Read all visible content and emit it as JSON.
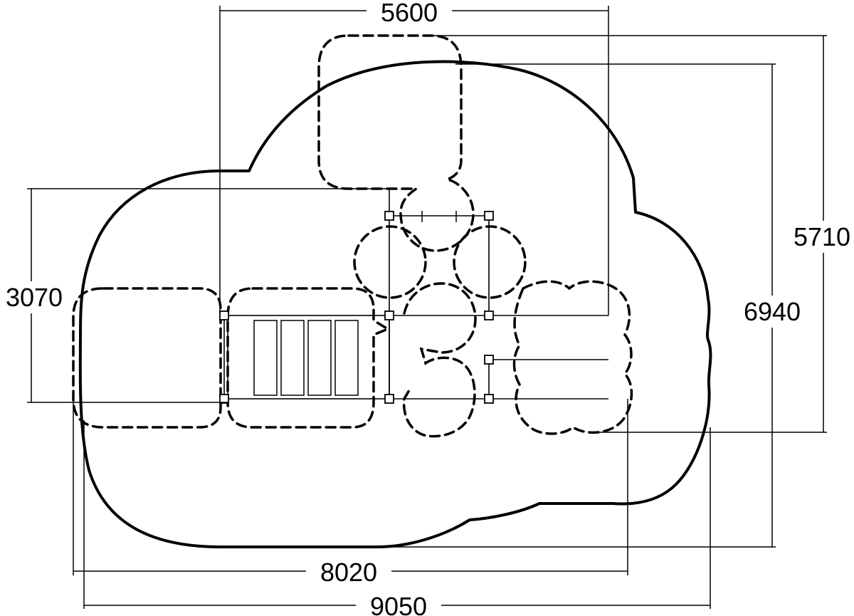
{
  "dimensions": {
    "top_width": "5600",
    "right_outer_height": "5710",
    "right_inner_height": "6940",
    "left_height": "3070",
    "bottom_inner_width": "8020",
    "bottom_outer_width": "9050"
  },
  "colors": {
    "line": "#000000",
    "background": "#ffffff"
  }
}
